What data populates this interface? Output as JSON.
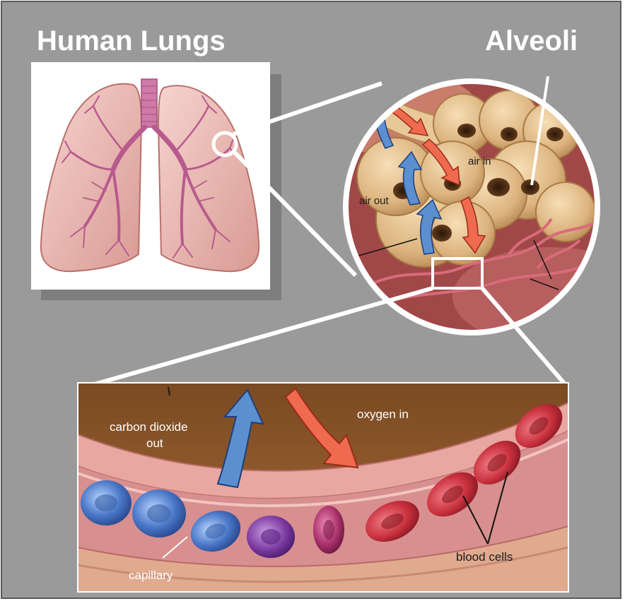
{
  "titles": {
    "lungs": "Human Lungs",
    "alveoli": "Alveoli"
  },
  "labels": {
    "air_in": "air in",
    "air_out": "air out",
    "carbon_dioxide_line1": "carbon dioxide",
    "carbon_dioxide_line2": "out",
    "oxygen_in": "oxygen in",
    "capillary": "capillary",
    "blood_cells": "blood cells"
  },
  "colors": {
    "background": "#9a9a9a",
    "title_text": "#ffffff",
    "lung_tissue": "#ecc0bb",
    "trachea": "#d07aa8",
    "alveolus": "#e4c395",
    "oxygen_arrow": "#f06a4f",
    "co2_arrow": "#5b8fd0",
    "red_cell": "#c8303c",
    "blue_cell": "#4b78c8",
    "purple_cell": "#7b3aa0"
  }
}
